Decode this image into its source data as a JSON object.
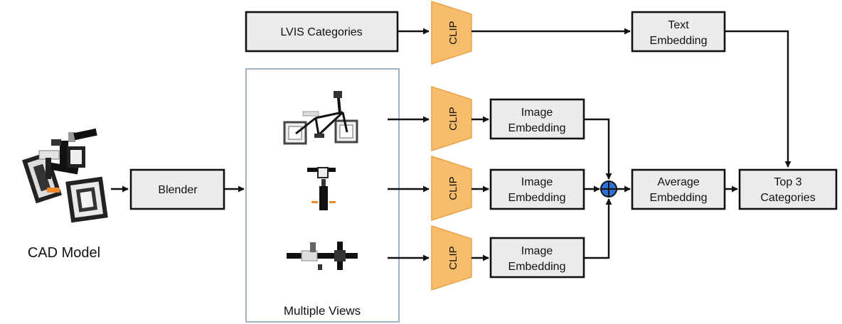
{
  "cad_model": {
    "label": "CAD Model"
  },
  "blender": {
    "label": "Blender"
  },
  "multiple_views": {
    "label": "Multiple Views"
  },
  "lvis": {
    "label": "LVIS Categories"
  },
  "clip": {
    "label": "CLIP"
  },
  "text_embedding": {
    "line1": "Text",
    "line2": "Embedding"
  },
  "image_embedding": {
    "line1": "Image",
    "line2": "Embedding"
  },
  "average_embedding": {
    "line1": "Average",
    "line2": "Embedding"
  },
  "top3": {
    "line1": "Top 3",
    "line2": "Categories"
  },
  "colors": {
    "clip_fill": "#f8bd6b",
    "box_fill": "#ebebeb",
    "sum_node": "#2f6fd6",
    "frame": "#7b8fa4"
  }
}
